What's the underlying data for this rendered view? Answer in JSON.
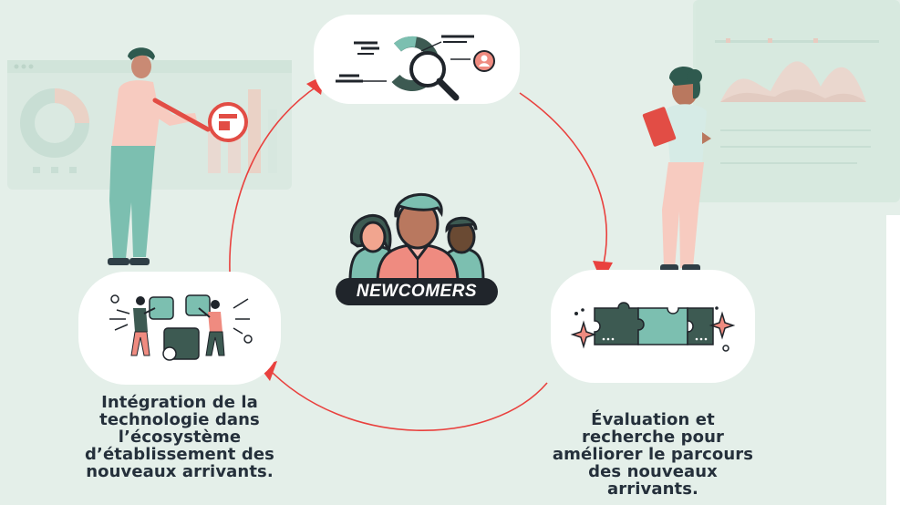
{
  "center": {
    "badge_label": "NEWCOMERS",
    "icon": "group-of-people-icon"
  },
  "stages": [
    {
      "icon": "data-analytics-magnifier-icon",
      "caption": ""
    },
    {
      "icon": "puzzle-pieces-sparkle-icon",
      "caption": "Évaluation et recherche pour améliorer le parcours des nouveaux arrivants."
    },
    {
      "icon": "people-assembling-blocks-icon",
      "caption": "Intégration de la technologie dans l’écosystème d’établissement des nouveaux arrivants."
    }
  ],
  "captions": {
    "right_lines": [
      "Évaluation et",
      "recherche pour",
      "améliorer le parcours",
      "des nouveaux",
      "arrivants."
    ],
    "left_lines": [
      "Intégration de la",
      "technologie dans",
      "l’écosystème",
      "d’établissement des",
      "nouveaux arrivants."
    ]
  },
  "colors": {
    "background": "#e4efe9",
    "cycle_arrow": "#e9413e",
    "teal": "#7cbfb0",
    "dark_teal": "#3d5a52",
    "coral": "#ef8b80",
    "text": "#25303b"
  }
}
